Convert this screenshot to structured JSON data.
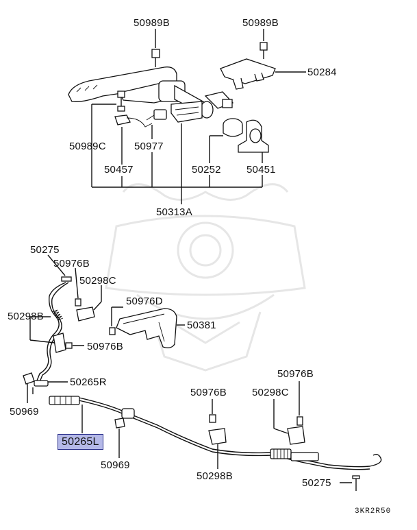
{
  "parts": [
    {
      "id": "p1",
      "label": "50989B",
      "highlighted": false
    },
    {
      "id": "p2",
      "label": "50989B",
      "highlighted": false
    },
    {
      "id": "p3",
      "label": "50284",
      "highlighted": false
    },
    {
      "id": "p4",
      "label": "50989C",
      "highlighted": false
    },
    {
      "id": "p5",
      "label": "50977",
      "highlighted": false
    },
    {
      "id": "p6",
      "label": "50457",
      "highlighted": false
    },
    {
      "id": "p7",
      "label": "50252",
      "highlighted": false
    },
    {
      "id": "p8",
      "label": "50451",
      "highlighted": false
    },
    {
      "id": "p9",
      "label": "50313A",
      "highlighted": false
    },
    {
      "id": "p10",
      "label": "50275",
      "highlighted": false
    },
    {
      "id": "p11",
      "label": "50976B",
      "highlighted": false
    },
    {
      "id": "p12",
      "label": "50298C",
      "highlighted": false
    },
    {
      "id": "p13",
      "label": "50976D",
      "highlighted": false
    },
    {
      "id": "p14",
      "label": "50298B",
      "highlighted": false
    },
    {
      "id": "p15",
      "label": "50381",
      "highlighted": false
    },
    {
      "id": "p16",
      "label": "50976B",
      "highlighted": false
    },
    {
      "id": "p17",
      "label": "50265R",
      "highlighted": false
    },
    {
      "id": "p18",
      "label": "50969",
      "highlighted": false
    },
    {
      "id": "p19",
      "label": "50976B",
      "highlighted": false
    },
    {
      "id": "p20",
      "label": "50976B",
      "highlighted": false
    },
    {
      "id": "p21",
      "label": "50298C",
      "highlighted": false
    },
    {
      "id": "p22",
      "label": "50265L",
      "highlighted": true
    },
    {
      "id": "p23",
      "label": "50969",
      "highlighted": false
    },
    {
      "id": "p24",
      "label": "50298B",
      "highlighted": false
    },
    {
      "id": "p25",
      "label": "50275",
      "highlighted": false
    }
  ],
  "diagram_code": "3KR2R50",
  "colors": {
    "highlight_fill": "#b5b9e8",
    "highlight_border": "#2a2f8a",
    "line": "#111111",
    "watermark": "#e6e6e6"
  }
}
